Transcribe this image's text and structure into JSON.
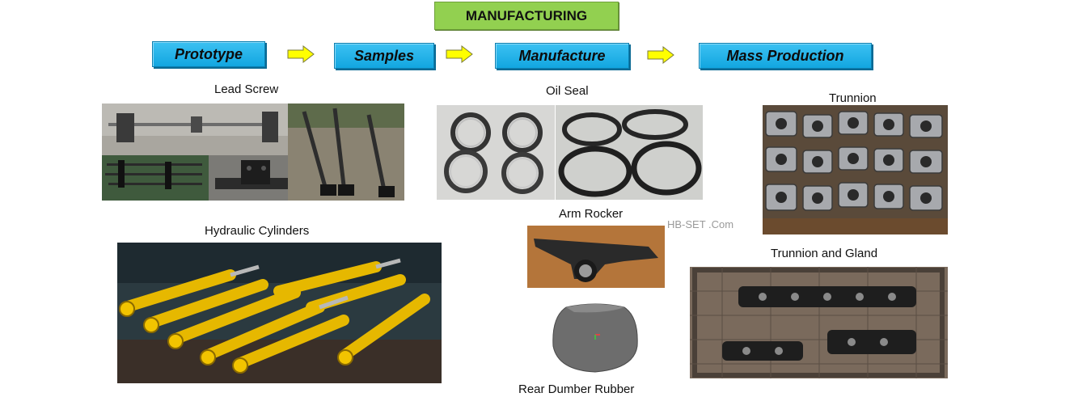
{
  "title": "MANUFACTURING",
  "process": {
    "steps": [
      "Prototype",
      "Samples",
      "Manufacture",
      "Mass Production"
    ]
  },
  "products": {
    "lead_screw": "Lead Screw",
    "oil_seal": "Oil Seal",
    "trunnion": "Trunnion",
    "hydraulic_cylinders": "Hydraulic Cylinders",
    "arm_rocker": "Arm Rocker",
    "trunnion_and_gland": "Trunnion and Gland",
    "rear_dumber_rubber": "Rear Dumber Rubber"
  },
  "watermark": "HB-SET .Com",
  "colors": {
    "title_bg": "#92d050",
    "step_bg": "#1fb2ea",
    "arrow": "#ffff00",
    "cylinder_yellow": "#f2c400"
  }
}
